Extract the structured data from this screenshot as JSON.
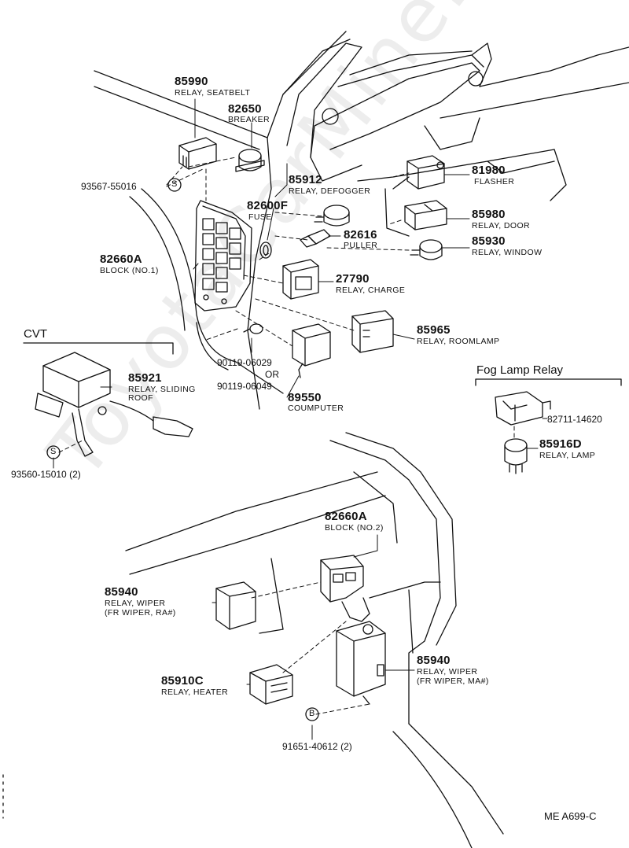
{
  "watermark": "ToyotaCarMine.ru",
  "diagram_code": "ME A699-C",
  "sections": {
    "cvt": "CVT",
    "fog_lamp_relay": "Fog Lamp Relay"
  },
  "parts": {
    "p85990": {
      "number": "85990",
      "desc": "RELAY, SEATBELT"
    },
    "p82650": {
      "number": "82650",
      "desc": "BREAKER"
    },
    "p93567": {
      "number": "93567-55016"
    },
    "p85912": {
      "number": "85912",
      "desc": "RELAY, DEFOGGER"
    },
    "p82600F": {
      "number": "82600F",
      "desc": "FUSE"
    },
    "p82616": {
      "number": "82616",
      "desc": "PULLER"
    },
    "p82660A1": {
      "number": "82660A",
      "desc": "BLOCK (NO.1)"
    },
    "p27790": {
      "number": "27790",
      "desc": "RELAY, CHARGE"
    },
    "p81980": {
      "number": "81980",
      "desc": "FLASHER"
    },
    "p85980": {
      "number": "85980",
      "desc": "RELAY, DOOR"
    },
    "p85930": {
      "number": "85930",
      "desc": "RELAY, WINDOW"
    },
    "p85965": {
      "number": "85965",
      "desc": "RELAY, ROOMLAMP"
    },
    "p90119a": {
      "number": "90119-06029"
    },
    "or": "OR",
    "p90119b": {
      "number": "90119-06049"
    },
    "p89550": {
      "number": "89550",
      "desc": "COUMPUTER"
    },
    "p85921": {
      "number": "85921",
      "desc1": "RELAY, SLIDING",
      "desc2": "ROOF"
    },
    "p93560": {
      "number": "93560-15010 (2)"
    },
    "p82711": {
      "number": "82711-14620"
    },
    "p85916D": {
      "number": "85916D",
      "desc": "RELAY, LAMP"
    },
    "p82660A2": {
      "number": "82660A",
      "desc": "BLOCK (NO.2)"
    },
    "p85940a": {
      "number": "85940",
      "desc1": "RELAY, WIPER",
      "desc2": "(FR WIPER, RA#)"
    },
    "p85940b": {
      "number": "85940",
      "desc1": "RELAY, WIPER",
      "desc2": "(FR WIPER, MA#)"
    },
    "p85910C": {
      "number": "85910C",
      "desc": "RELAY, HEATER"
    },
    "p91651": {
      "number": "91651-40612 (2)"
    }
  },
  "symbols": {
    "s": "S",
    "b": "B"
  }
}
